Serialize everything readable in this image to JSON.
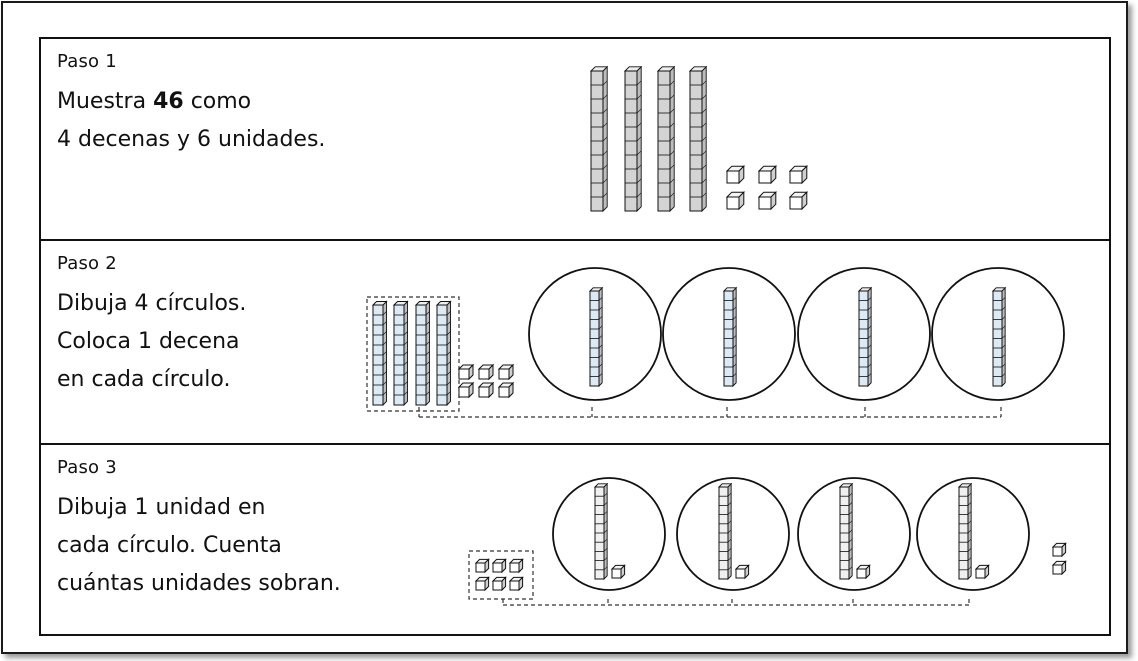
{
  "steps": [
    {
      "label": "Paso 1",
      "line1_pre": "Muestra ",
      "line1_bold": "46",
      "line1_post": " como",
      "line2": "4 decenas y 6 unidades."
    },
    {
      "label": "Paso 2",
      "line1": "Dibuja 4 círculos.",
      "line2": "Coloca 1 decena",
      "line3": "en cada círculo."
    },
    {
      "label": "Paso 3",
      "line1": "Dibuja 1 unidad en",
      "line2": "cada círculo. Cuenta",
      "line3": "cuántas unidades sobran."
    }
  ],
  "colors": {
    "rod_fill_step1": "#d4d4d4",
    "rod_fill_step2": "#dbeaf5",
    "rod_fill_step3": "#f0f0f0",
    "outline": "#111111"
  }
}
